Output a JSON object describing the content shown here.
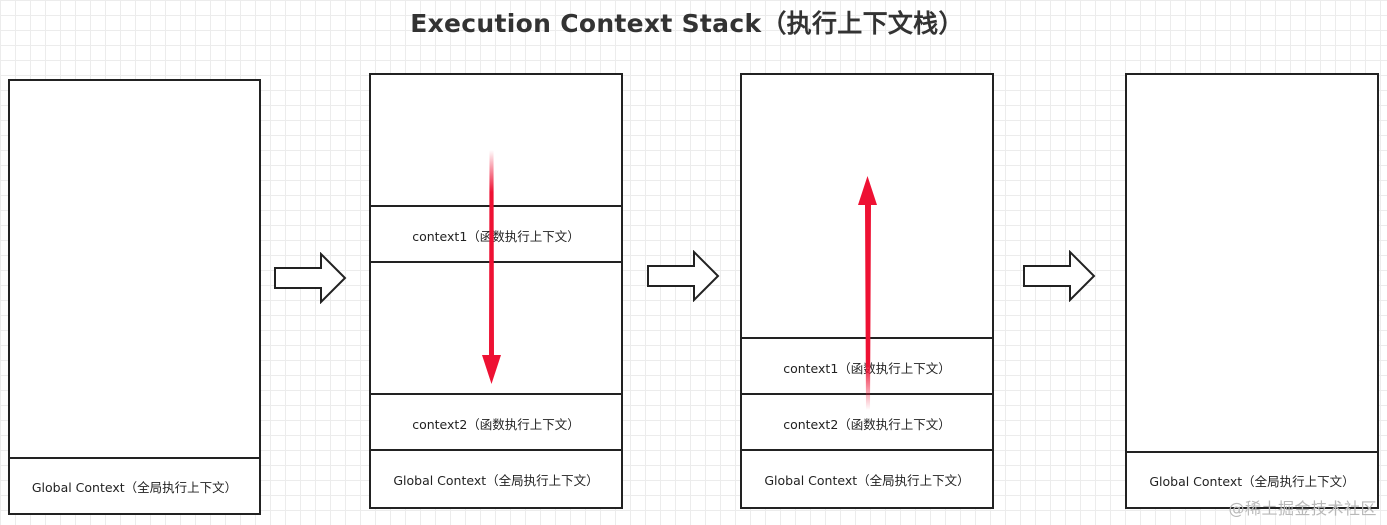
{
  "title": "Execution Context Stack（执行上下文栈）",
  "stacks": [
    {
      "global": "Global Context（全局执行上下文）"
    },
    {
      "context1": "context1（函数执行上下文）",
      "context2": "context2（函数执行上下文）",
      "global": "Global Context（全局执行上下文）"
    },
    {
      "context1": "context1（函数执行上下文）",
      "context2": "context2（函数执行上下文）",
      "global": "Global Context（全局执行上下文）"
    },
    {
      "global": "Global Context（全局执行上下文）"
    }
  ],
  "colors": {
    "push_arrow": "#ee1133",
    "pop_arrow": "#ee1133",
    "border": "#222222",
    "grid": "#ececec"
  },
  "icons": [
    "right-arrow-icon",
    "down-arrow-icon",
    "up-arrow-icon"
  ],
  "watermark": "@稀土掘金技术社区"
}
